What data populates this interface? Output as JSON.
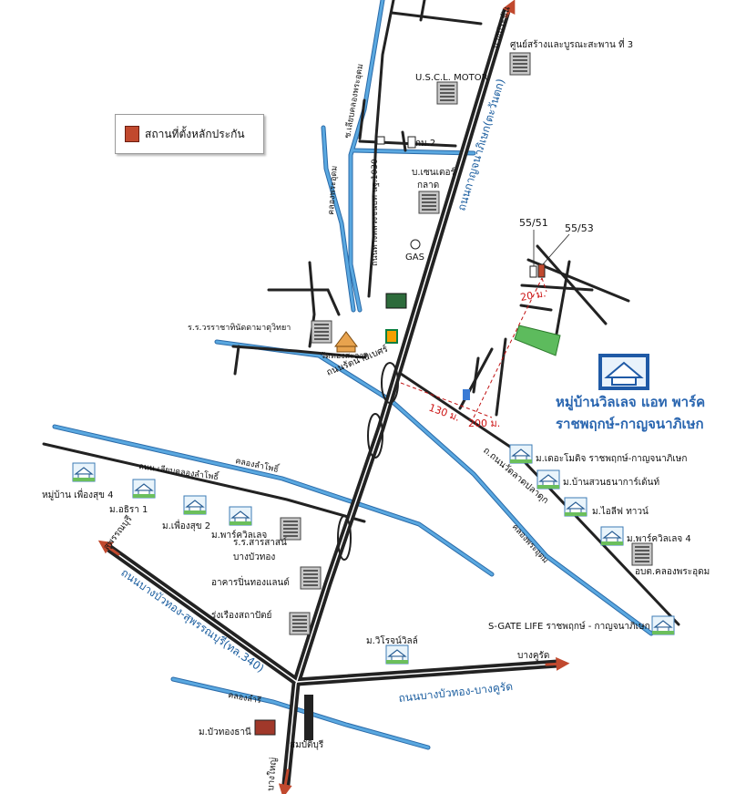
{
  "legend": {
    "label": "สถานที่ตั้งหลักประกัน",
    "swatch_color": "#c1492e"
  },
  "colors": {
    "road": "#222222",
    "road_center": "#ffffff",
    "canal": "#5aa8e0",
    "canal_outline": "#2a6aa8",
    "label_blue": "#1d5fa0",
    "dimension_red": "#c11111",
    "property": "#5dbb5d"
  },
  "roads": {
    "main": "ถนนกาญจนาภิเษก(ตะวันตก)",
    "main_end": "บางประชัน",
    "main_start": "บางใหญ่",
    "bangbuathong_suphan": "ถนนบางบัวทอง-สุพรรณบุรี(ทล.340)",
    "to_suphan": "สุพรรณบุรี",
    "bangbuathong_bangkhurat": "ถนนบางบัวทอง-บางคูรัด",
    "to_bangkhurat": "บางคูรัด",
    "rattanathibet": "ถนนรัตนาธิเบศร์",
    "wat_lat_pla_duk": "ถ.ถนนวัดลาดปลาดุก",
    "road_1030": "ถนนทางหลวงชนบท นฐ.1030",
    "soi_canal": "ซ.เลียบคลองพระอุดม",
    "soi_lumpho": "ถนน เลียบคลองลำโพธิ์"
  },
  "canals": {
    "phra_udom_left": "คลองพระอุดม",
    "phra_udom_right": "คลองพระอุดม",
    "lam_pho": "คลองลำโพธิ์",
    "lam_ri": "คลองลำรี"
  },
  "landmarks": {
    "bridge_center": "ศูนย์สร้างและบูรณะสะพาน ที่ 3",
    "uscl": "U.S.C.L. MOTOR",
    "km2": "กม.2",
    "center_market": "บ.เซนเตอร์",
    "market": "กลาด",
    "gas": "GAS",
    "school_raj": "ร.ร.วรราชาทินัดดามาตุวิทยา",
    "wat_thong": "วัดทองสะอาด",
    "school_sarasas": "ร.ร.สารสาสน์",
    "bang_bua_thong": "บางบัวทอง",
    "building_land": "อาคารปิ่นทองแลนด์",
    "rung_rueang": "รุ่งเรืองสถาปัตย์",
    "bua_thong_thani": "ม.บัวทองธานี",
    "sompat": "สมบัติบุรี",
    "obt": "อบต.คลองพระอุดม"
  },
  "villages": {
    "phueang_suk_4": "หมู่บ้าน เพื่องสุข 4",
    "athira_1": "ม.อธิรา 1",
    "phueang_suk_2": "ม.เพื่องสุข 2",
    "park_village": "ม.พาร์ควิลเลจ",
    "the_cosmo": "ม.เดอะโมดิจ ราชพฤกษ์-กาญจนาภิเษก",
    "suan_thana": "ม.บ้านสวนธนาการ์เด้นท์",
    "the_life": "ม.ไอลีฟ ทาวน์",
    "park_ville_4": "ม.พาร์ควิลเลจ 4",
    "wirot": "ม.วิโรจน์วิลล์",
    "sgate": "S-GATE LIFE ราชพฤกษ์ - กาญจนาภิเษก"
  },
  "project": {
    "line1": "หมู่บ้านวิลเลจ แอท พาร์ค",
    "line2": "ราชพฤกษ์-กาญจนาภิเษก"
  },
  "plots": {
    "left": "55/51",
    "right": "55/53"
  },
  "distances": {
    "d130": "130 ม.",
    "d200": "200 ม.",
    "d20": "20 ม."
  }
}
